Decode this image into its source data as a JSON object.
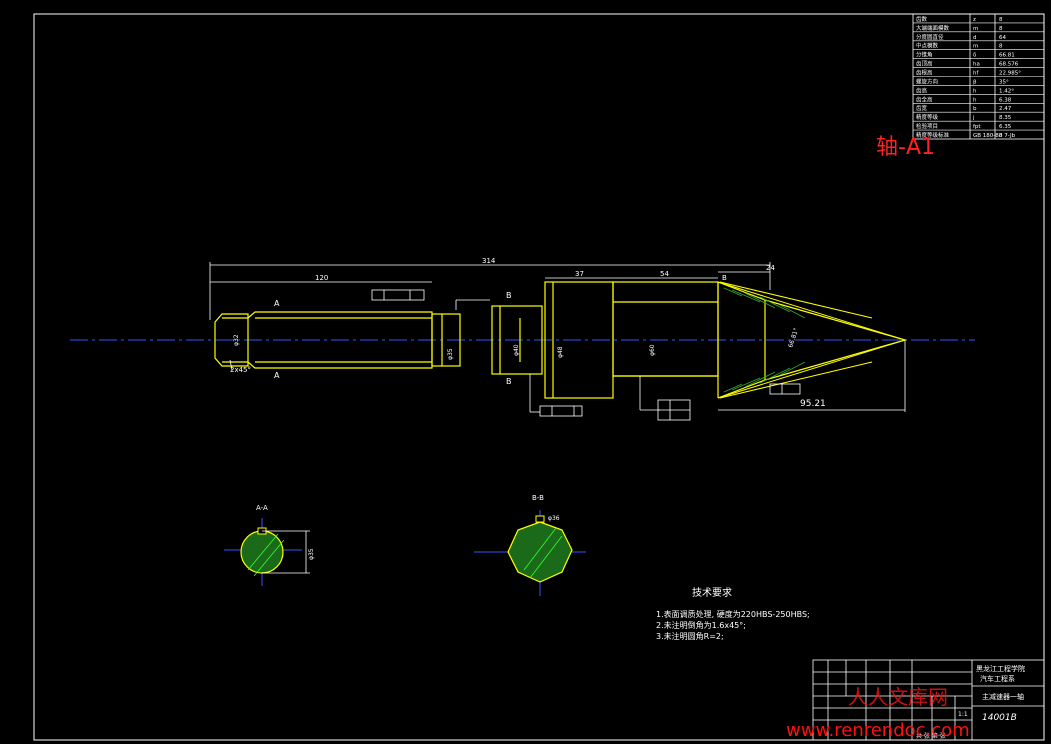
{
  "title_label": "轴-A1",
  "watermark": {
    "cn": "人人文库网",
    "url": "www.renrendoc.com"
  },
  "colors": {
    "frame": "#ffffff",
    "geometry": "#ffff00",
    "dims": "#ffffff",
    "centerline": "#3355ff",
    "hatch": "#33aa33",
    "title": "#ff2222",
    "watermark": "#ff1111"
  },
  "gear_table": {
    "rows": [
      [
        "齿数",
        "z",
        "8"
      ],
      [
        "大端端面模数",
        "m",
        "8"
      ],
      [
        "分度圆直径",
        "d",
        "64"
      ],
      [
        "中点模数",
        "m",
        "8"
      ],
      [
        "分锥角",
        "δ",
        "66.81"
      ],
      [
        "齿顶高",
        "ha",
        "68.576"
      ],
      [
        "齿根高",
        "hf",
        "22.985°"
      ],
      [
        "螺旋方向",
        "β",
        "35°"
      ],
      [
        "齿高",
        "h",
        "1.42°"
      ],
      [
        "齿全高",
        "h",
        "6.38"
      ],
      [
        "齿宽",
        "b",
        "2.47"
      ],
      [
        "精度等级",
        "j",
        "8.35"
      ],
      [
        "检验项目",
        "fpt",
        "6.35"
      ],
      [
        "精度等级标准",
        "GB 180-88",
        "8 7-Jb"
      ]
    ]
  },
  "dimensions": {
    "overall": "314",
    "left_length": "120",
    "len_37": "37",
    "len_54": "54",
    "len_24": "24",
    "cone_len": "95.21",
    "chamfer": "2x45°",
    "dia_1": "φ32",
    "dia_2": "φ35",
    "dia_3": "φ40",
    "dia_4": "φ48",
    "dia_5": "φ60",
    "cone_angle": "66.81°"
  },
  "sections": {
    "aa_label": "A-A",
    "bb_label": "B-B",
    "aa_dia": "φ35",
    "bb_dim": "φ36"
  },
  "section_marks": {
    "a": "A",
    "b": "B"
  },
  "tech_req": {
    "heading": "技术要求",
    "items": [
      "1.表面调质处理, 硬度为220HBS-250HBS;",
      "2.未注明倒角为1.6x45°;",
      "3.未注明圆角R=2;"
    ]
  },
  "title_block": {
    "school": "黑龙江工程学院",
    "dept": "汽车工程系",
    "part": "主减速器一轴",
    "drawing_no": "14001B",
    "scale": "1:1",
    "sheet": "共 张 第 张"
  }
}
